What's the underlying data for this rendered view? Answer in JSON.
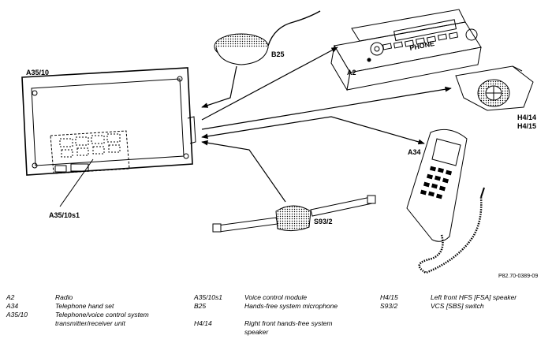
{
  "labels": {
    "b25": "B25",
    "a2": "A2",
    "a35_10": "A35/10",
    "h4_14_15_line1": "H4/14",
    "h4_14_15_line2": "H4/15",
    "a34": "A34",
    "a35_10s1": "A35/10s1",
    "s93_2": "S93/2",
    "phone_display": "PHONE"
  },
  "reference_number": "P82.70-0389-09",
  "legend": {
    "col1": [
      {
        "code": "A2",
        "desc": "Radio"
      },
      {
        "code": "A34",
        "desc": "Telephone hand set"
      },
      {
        "code": "A35/10",
        "desc": "Telephone/voice control system transmitter/receiver unit"
      }
    ],
    "col2": [
      {
        "code": "A35/10s1",
        "desc": "Voice control module"
      },
      {
        "code": "B25",
        "desc": "Hands-free system microphone"
      },
      {
        "code": "H4/14",
        "desc": "Right front hands-free system speaker"
      }
    ],
    "col3": [
      {
        "code": "H4/15",
        "desc": "Left front HFS [FSA] speaker"
      },
      {
        "code": "S93/2",
        "desc": "VCS [SBS] switch"
      }
    ]
  }
}
